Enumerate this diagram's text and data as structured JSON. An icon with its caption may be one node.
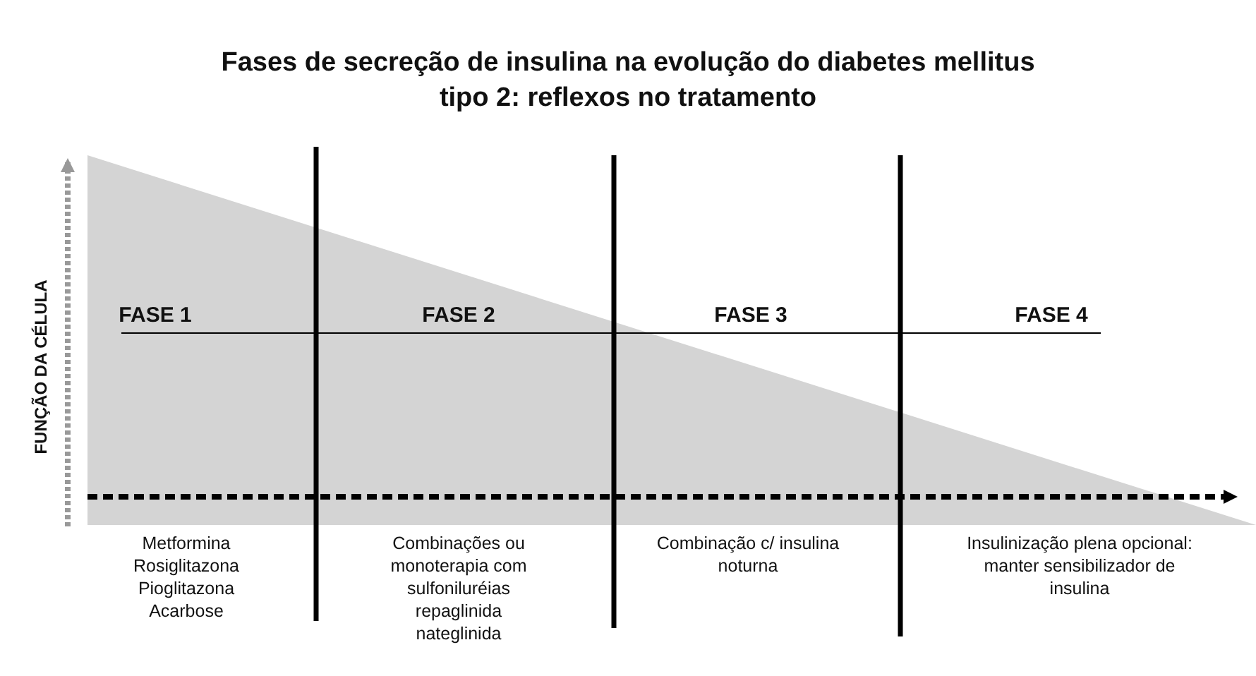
{
  "diagram": {
    "title": "Fases de secreção de insulina na evolução do diabetes mellitus tipo 2: reflexos no tratamento",
    "labels": [
      "FUNÇÃO DA CÉLULA",
      "FASE 1",
      "FASE 2",
      "FASE 3",
      "FASE 4",
      "Metformina",
      "Rosiglitazona",
      "Pioglitazona",
      "Acarbose",
      "Combinações ou monoterapia com sulfoniluréias",
      "repaglinida",
      "nateglinida",
      "Combinação c/ insulina noturna",
      "Insulinização plena opcional: manter sensibilizador de insulina"
    ]
  }
}
